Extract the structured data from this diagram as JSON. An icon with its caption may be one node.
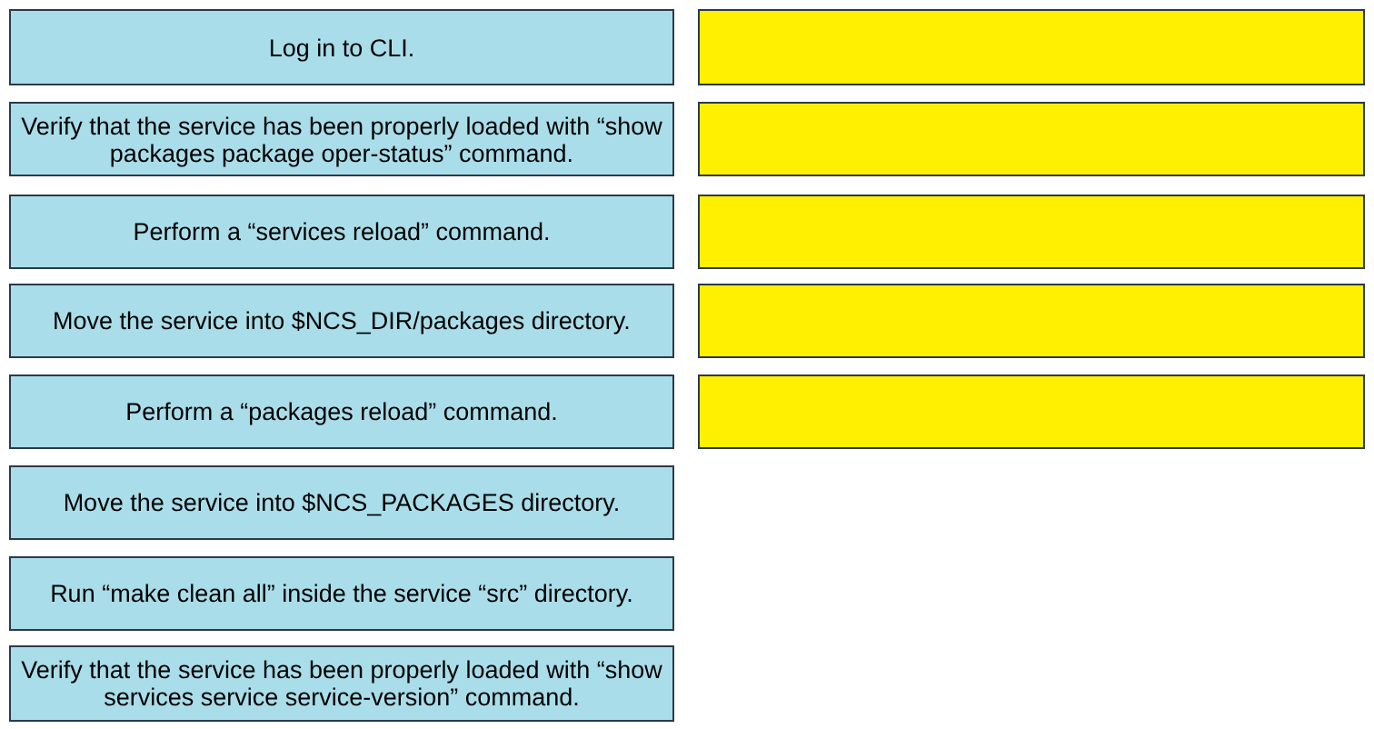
{
  "diagram": {
    "nodes": [
      {
        "text": [
          "Log in to CLI."
        ]
      },
      {
        "text": [
          "Verify that the service has been properly loaded with “show packages package oper-status” command."
        ]
      },
      {
        "text": [
          "Perform a “services reload” command."
        ]
      },
      {
        "text": [
          "Move the service into $NCS_DIR/packages directory."
        ]
      },
      {
        "text": [
          "Perform a “packages reload” command."
        ]
      },
      {
        "text": [
          "Move the service into $NCS_PACKAGES directory."
        ]
      },
      {
        "text": [
          "Run “make clean all” inside the service “src” directory."
        ]
      },
      {
        "text": [
          "Verify that the service has been properly loaded with “show services service service-version” command."
        ]
      },
      {
        "text": [],
        "shape": "box"
      },
      {
        "text": [],
        "shape": "box"
      },
      {
        "text": [],
        "shape": "box"
      },
      {
        "text": [],
        "shape": "box"
      },
      {
        "text": [],
        "shape": "box"
      }
    ]
  }
}
